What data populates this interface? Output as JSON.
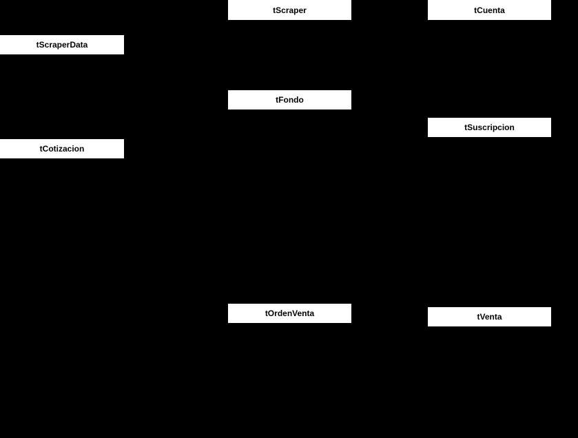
{
  "diagram": {
    "type": "database-schema-diagram",
    "colors": {
      "background": "#000000",
      "table_header_background": "#ffffff",
      "table_header_text": "#000000"
    },
    "tables": [
      {
        "name": "tScraper"
      },
      {
        "name": "tCuenta"
      },
      {
        "name": "tScraperData"
      },
      {
        "name": "tFondo"
      },
      {
        "name": "tSuscripcion"
      },
      {
        "name": "tCotizacion"
      },
      {
        "name": "tOrdenVenta"
      },
      {
        "name": "tVenta"
      }
    ]
  }
}
